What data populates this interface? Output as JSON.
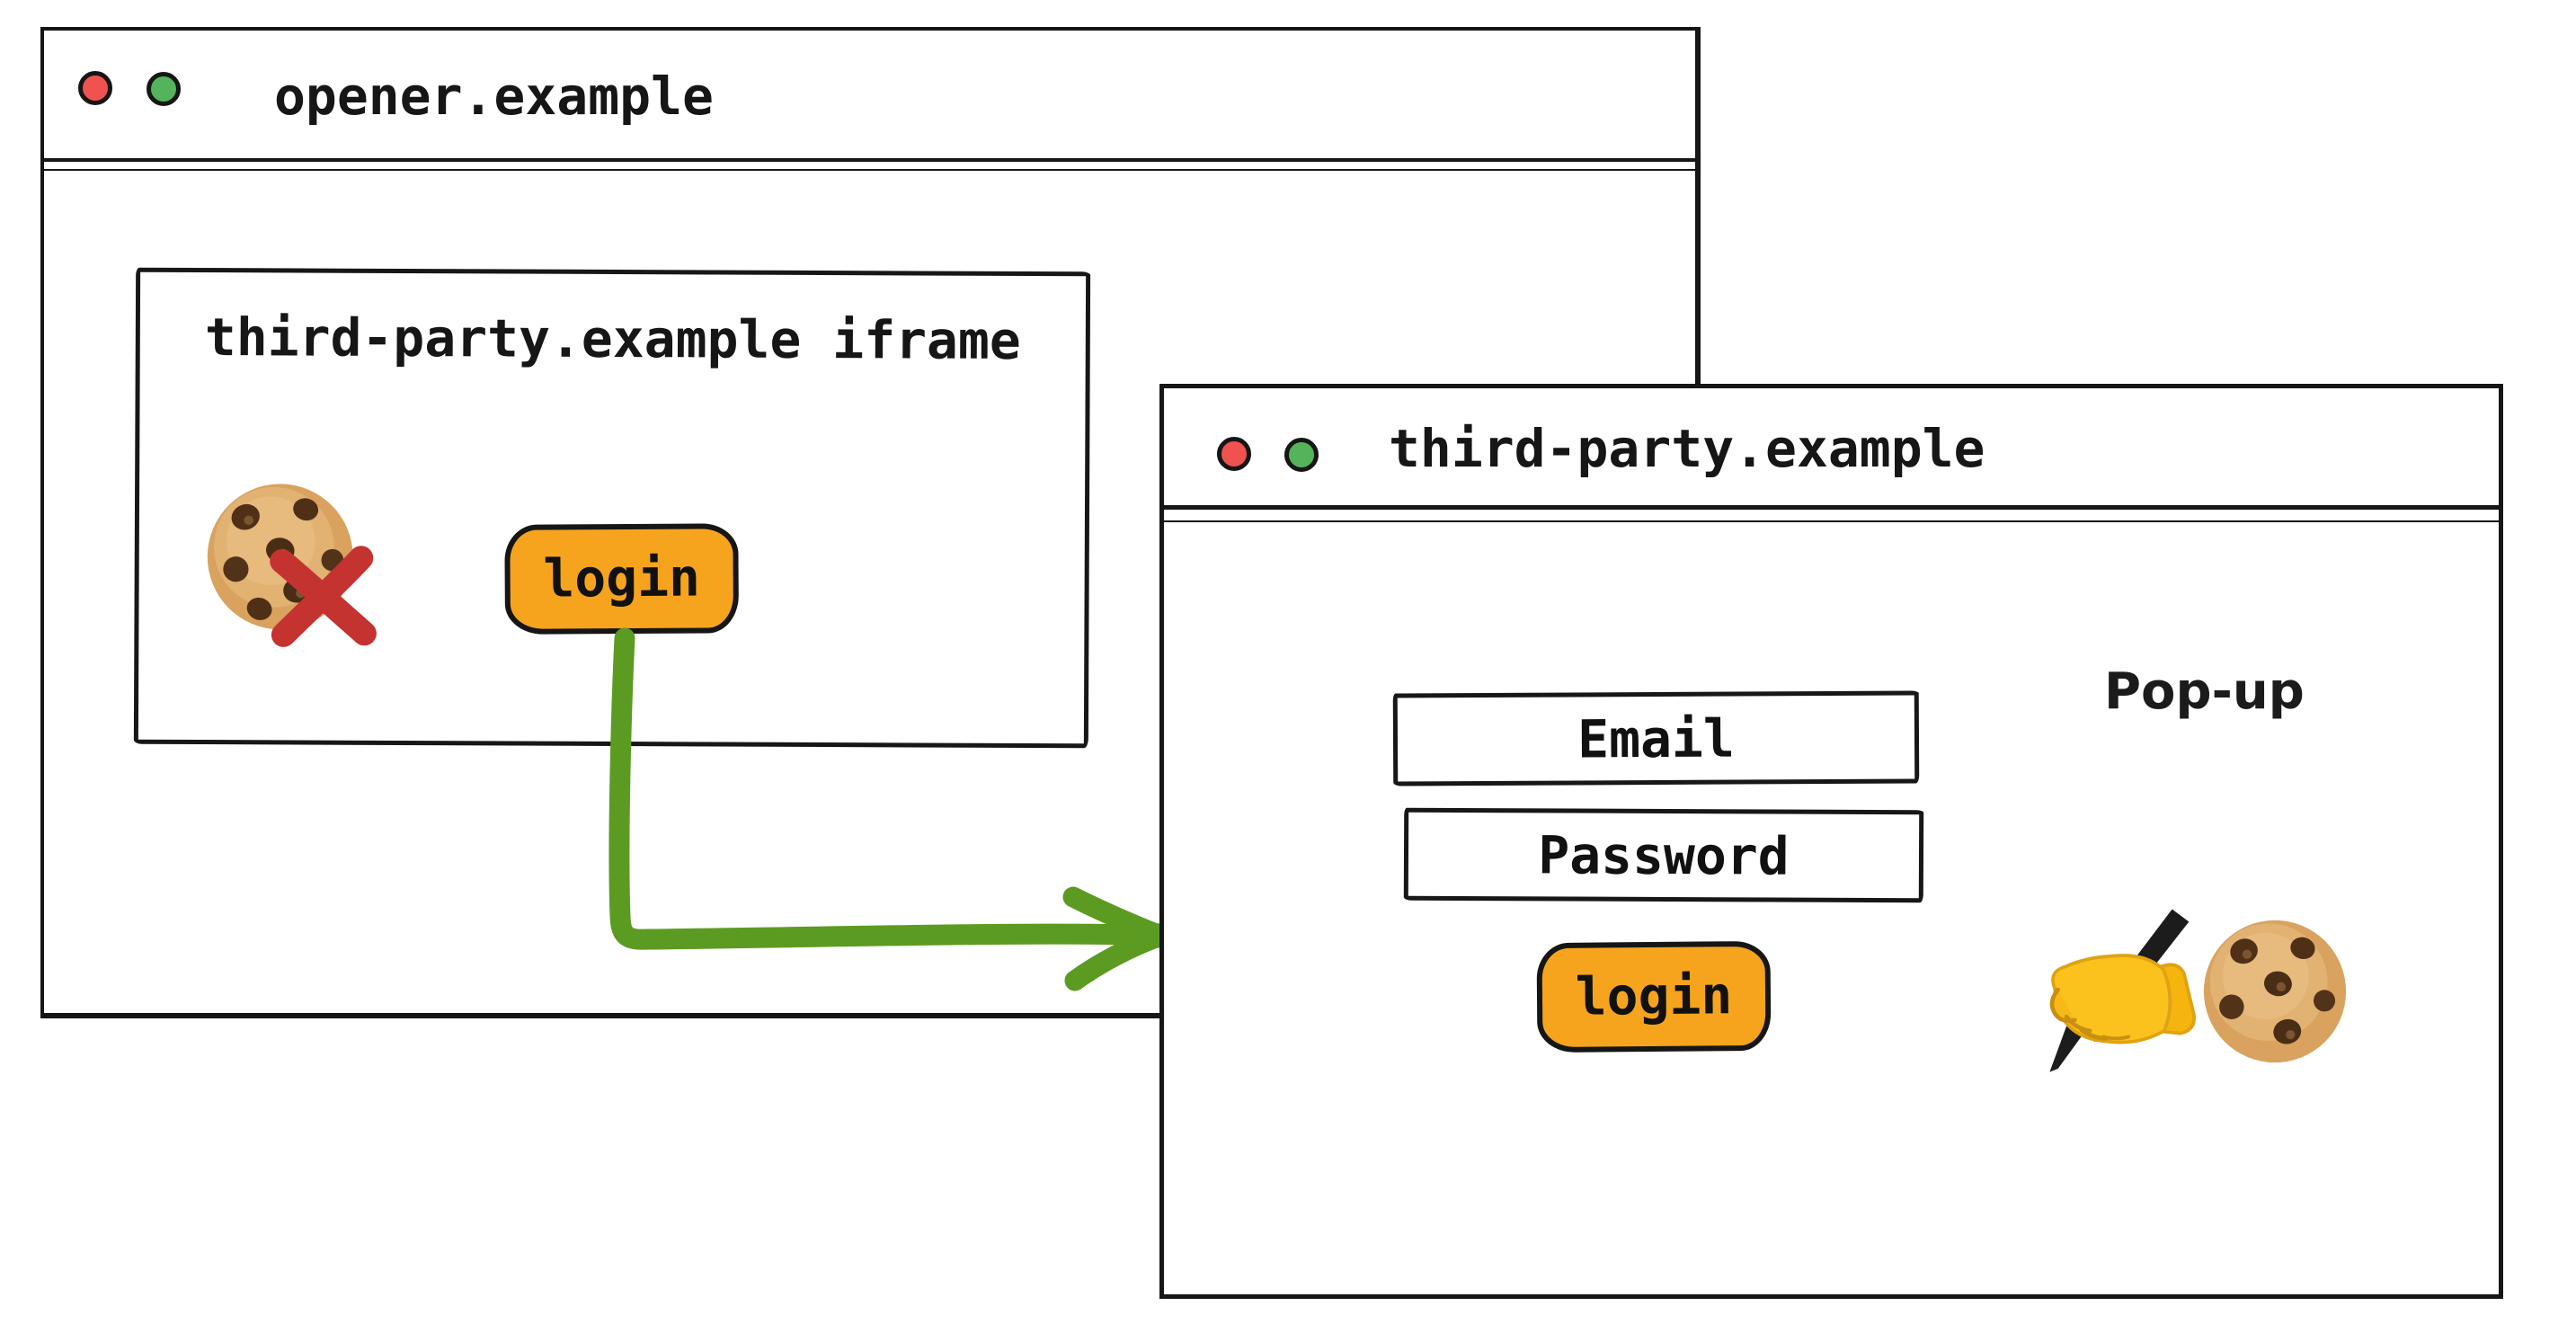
{
  "opener_window": {
    "title": "opener.example",
    "iframe": {
      "label": "third-party.example iframe",
      "login_button_label": "login"
    }
  },
  "popup_window": {
    "title": "third-party.example",
    "popup_label": "Pop-up",
    "email_input_label": "Email",
    "password_input_label": "Password",
    "login_button_label": "login"
  },
  "icons": {
    "opener_titlebar": [
      "traffic-light-red",
      "traffic-light-green"
    ],
    "popup_titlebar": [
      "traffic-light-red",
      "traffic-light-green"
    ],
    "iframe_content": [
      "cookie-icon",
      "blocked-cross-icon"
    ],
    "popup_content": [
      "writing-hand-icon",
      "cookie-icon"
    ],
    "connector": "green-arrow"
  },
  "colors": {
    "accent_orange": "#F6A41D",
    "arrow_green": "#5C9B21",
    "blocked_red": "#C43330",
    "traffic_red": "#F0534F",
    "traffic_green": "#54B45B",
    "hatch_tint": "#F3C36B",
    "ink": "#161616"
  }
}
